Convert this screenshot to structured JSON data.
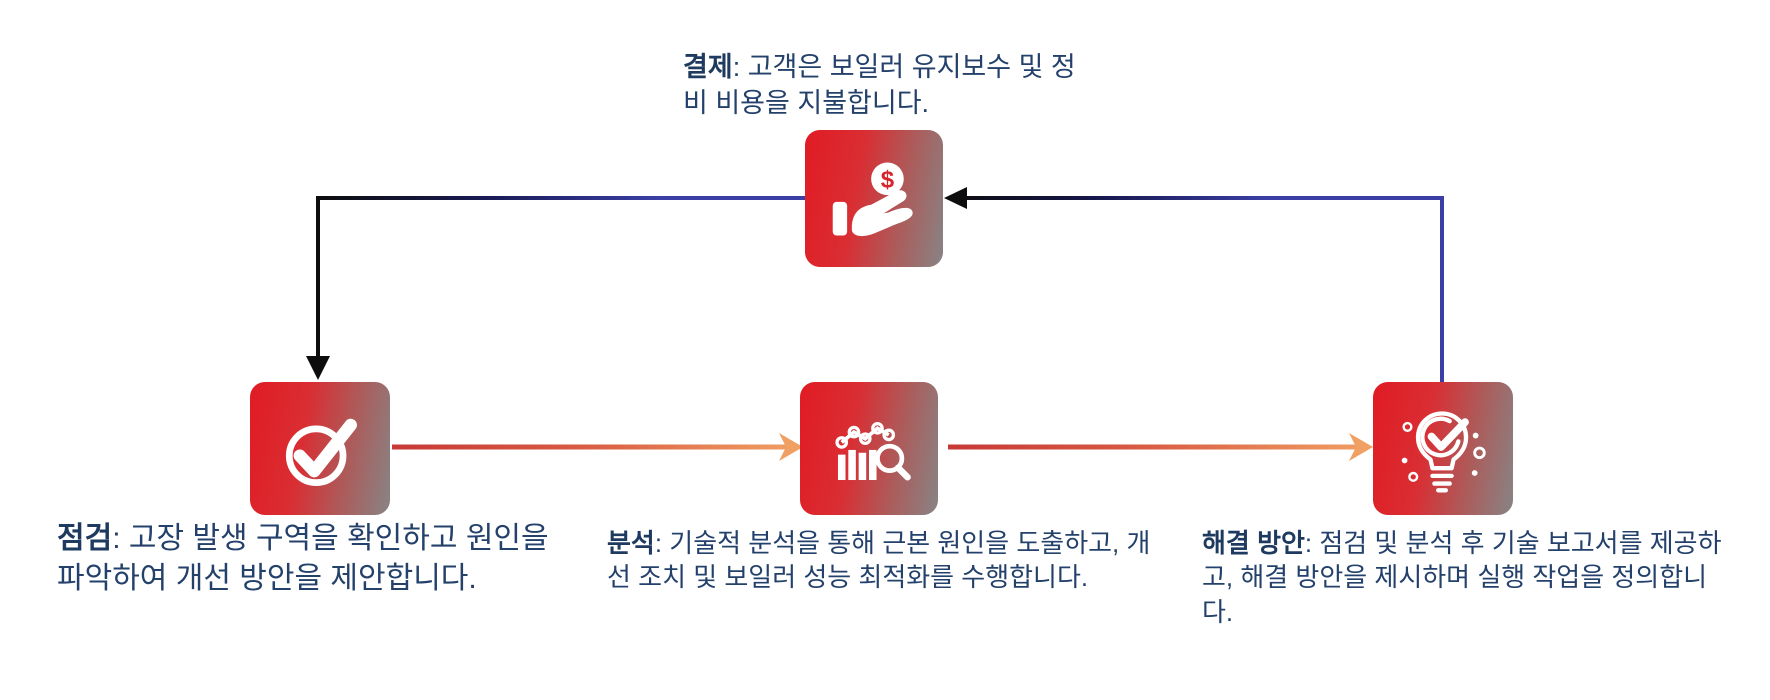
{
  "diagram": {
    "title_semantic": "boiler-maintenance-process-flow",
    "colors": {
      "box_red": "#e11b24",
      "box_gray": "#8b8081",
      "text_navy": "#24416b",
      "line_black": "#0d0d0d",
      "line_blue": "#3b3fa5",
      "arrow_red": "#c73936",
      "arrow_orange": "#f0a063",
      "icon_white": "#ffffff"
    },
    "steps": [
      {
        "id": "payment",
        "icon": "hand-holding-dollar-icon",
        "coin_symbol": "$",
        "label": "결제",
        "text": ": 고객은 보일러 유지보수 및 정비 비용을 지불합니다."
      },
      {
        "id": "inspection",
        "icon": "check-circle-icon",
        "label": "점검",
        "text": ": 고장 발생 구역을 확인하고 원인을 파악하여 개선 방안을 제안합니다."
      },
      {
        "id": "analysis",
        "icon": "chart-magnifier-icon",
        "label": "분석",
        "text": ": 기술적 분석을 통해 근본 원인을 도출하고, 개선 조치 및 보일러 성능 최적화를 수행합니다."
      },
      {
        "id": "solution",
        "icon": "lightbulb-check-icon",
        "label": "해결 방안",
        "text": ": 점검 및 분석 후 기술 보고서를 제공하고, 해결 방안을 제시하며 실행 작업을 정의합니다."
      }
    ]
  }
}
